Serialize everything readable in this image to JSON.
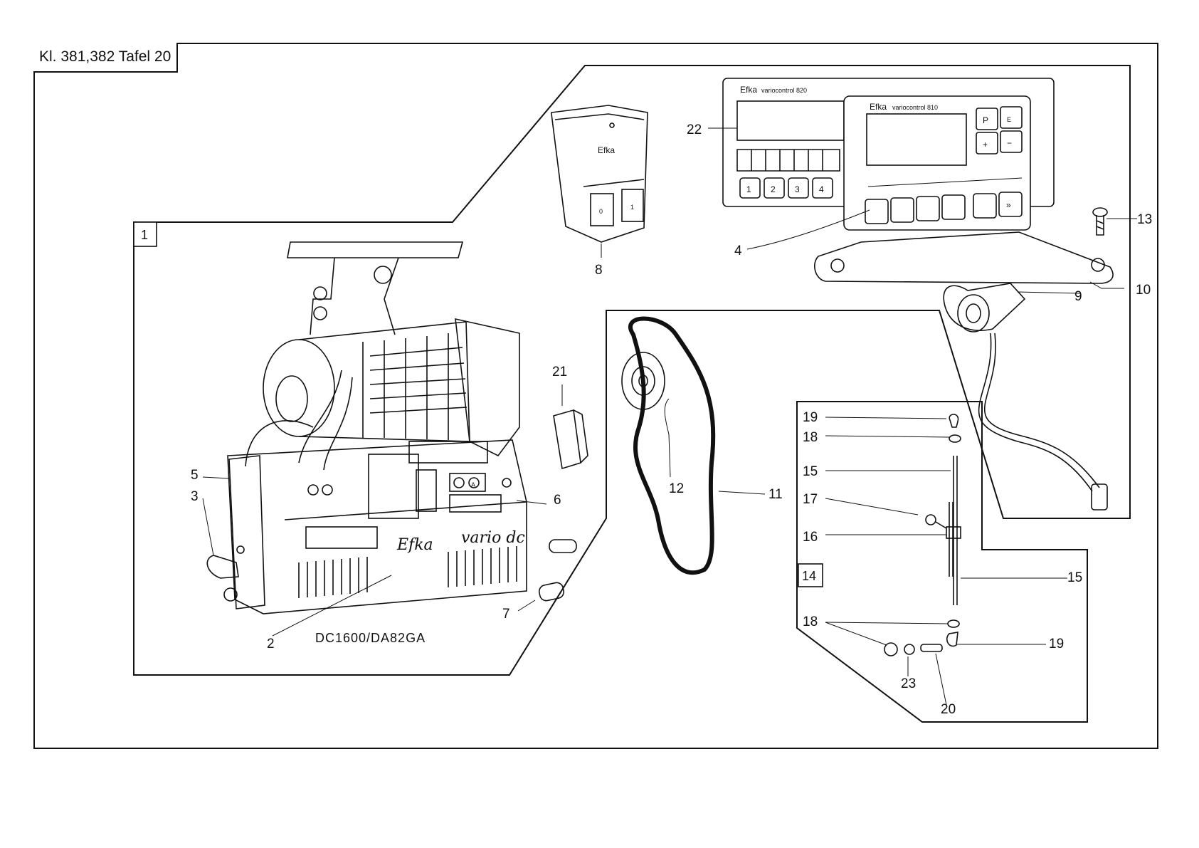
{
  "title": "Kl. 381,382 Tafel 20",
  "caption": "DC1600/DA82GA",
  "group_labels": [
    "1",
    "14"
  ],
  "callouts": [
    "2",
    "3",
    "4",
    "5",
    "6",
    "7",
    "8",
    "9",
    "10",
    "11",
    "12",
    "13",
    "15",
    "15",
    "16",
    "17",
    "18",
    "18",
    "19",
    "19",
    "20",
    "21",
    "22",
    "23"
  ],
  "device_labels": {
    "brand": "Efka",
    "panel_820": "variocontrol 820",
    "panel_810": "variocontrol 810",
    "motor_text": "vario dc",
    "key_p": "P",
    "key_e": "E",
    "key_plus": "+",
    "key_minus": "−",
    "key_next": "»",
    "keys_820": [
      "1",
      "2",
      "3",
      "4"
    ],
    "switch_0": "0",
    "switch_1": "1",
    "ctrl_a": "A"
  },
  "colors": {
    "ink": "#111111",
    "paper": "#ffffff"
  }
}
